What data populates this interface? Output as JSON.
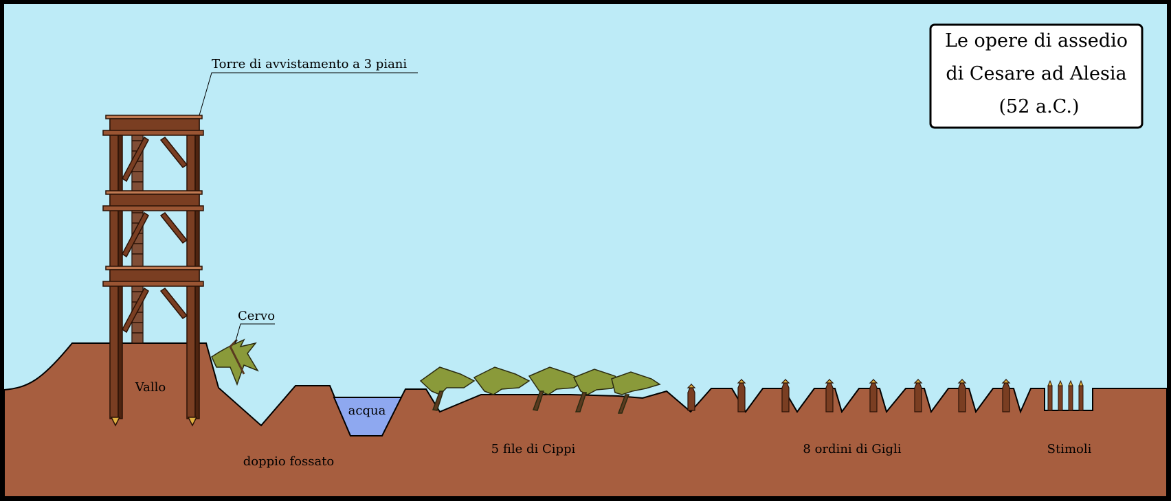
{
  "title": {
    "line1": "Le opere di assedio",
    "line2": "di Cesare ad Alesia",
    "line3": "(52 a.C.)"
  },
  "labels": {
    "tower": "Torre di avvistamento a 3 piani",
    "cervo": "Cervo",
    "vallo": "Vallo",
    "acqua": "acqua",
    "fossato": "doppio fossato",
    "cippi": "5 file di Cippi",
    "gigli": "8 ordini di Gigli",
    "stimoli": "Stimoli"
  },
  "colors": {
    "sky": "#BDEBF7",
    "ground": "#A75E3F",
    "wood": "#7A3E22",
    "wood_dark": "#4E2410",
    "water": "#8EA8F0",
    "foliage": "#8A9A3A",
    "foliage_dark": "#4E5A1E",
    "frame": "#000000"
  }
}
